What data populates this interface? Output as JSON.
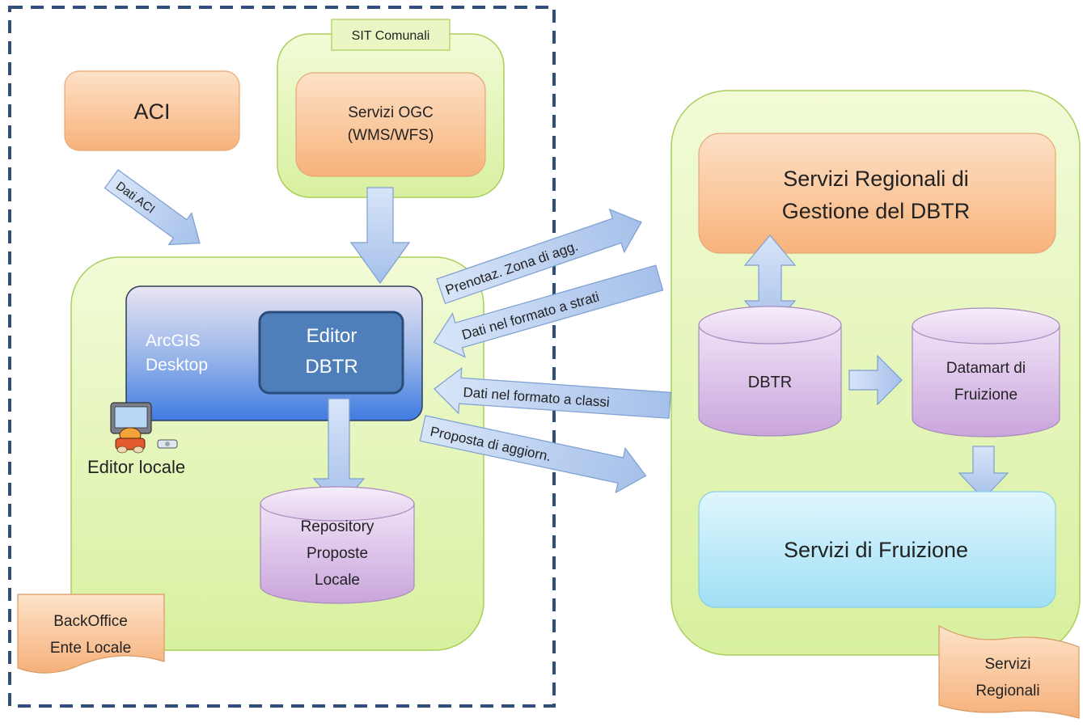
{
  "groups": {
    "backoffice": "BackOffice\nEnte Locale",
    "sit_comunali": "SIT Comunali",
    "servizi_regionali": "Servizi\nRegionali"
  },
  "nodes": {
    "aci": "ACI",
    "servizi_ogc": "Servizi OGC\n(WMS/WFS)",
    "arcgis_desktop": "ArcGIS\nDesktop",
    "editor_dbtr": "Editor\nDBTR",
    "editor_locale": "Editor locale",
    "repository": "Repository\nProposte\nLocale",
    "servizi_regionali_gestione": "Servizi Regionali di\nGestione del DBTR",
    "dbtr": "DBTR",
    "datamart": "Datamart di\nFruizione",
    "servizi_fruizione": "Servizi di Fruizione"
  },
  "flows": {
    "dati_aci": "Dati ACI",
    "prenotaz": "Prenotaz. Zona di agg.",
    "dati_strati": "Dati nel formato a strati",
    "dati_classi": "Dati nel formato a  classi",
    "proposta": "Proposta di aggiorn."
  },
  "colors": {
    "orange_box": "#fbc8a0",
    "green_panel": "#e6f5b8",
    "purple_cylinder": "#d8bde6",
    "blue_arrow": "#b4cbee",
    "cyan_box": "#b5e7f7",
    "editor_blue": "#4f7fbb",
    "dashed_border": "#2f4f7a"
  }
}
